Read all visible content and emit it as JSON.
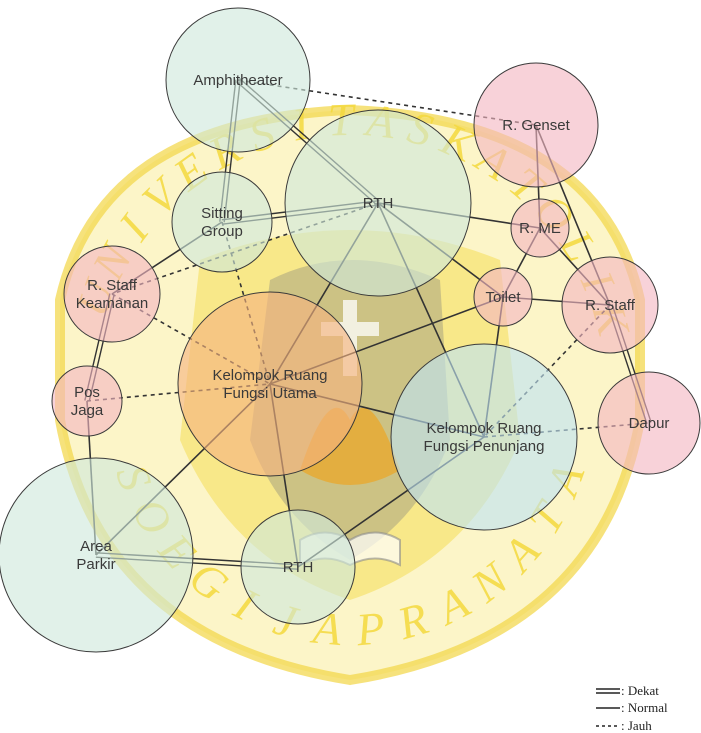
{
  "colors": {
    "green": "#cfe9dc",
    "pink": "#f4b6c2",
    "orange": "#f6b37f",
    "blue": "#bfe3f3",
    "watermark_yellow": "#f7e36a",
    "watermark_dark": "#8a8a8a",
    "line": "#333333"
  },
  "nodes": [
    {
      "id": "amphitheater",
      "label": [
        "Amphitheater"
      ],
      "color": "green"
    },
    {
      "id": "genset",
      "label": [
        "R. Genset"
      ],
      "color": "pink"
    },
    {
      "id": "sitting",
      "label": [
        "Sitting",
        "Group"
      ],
      "color": "green"
    },
    {
      "id": "rth_top",
      "label": [
        "RTH"
      ],
      "color": "green"
    },
    {
      "id": "rme",
      "label": [
        "R. ME"
      ],
      "color": "pink"
    },
    {
      "id": "staff_keamanan",
      "label": [
        "R. Staff",
        "Keamanan"
      ],
      "color": "pink"
    },
    {
      "id": "toilet",
      "label": [
        "Toilet"
      ],
      "color": "pink"
    },
    {
      "id": "rstaff",
      "label": [
        "R. Staff"
      ],
      "color": "pink"
    },
    {
      "id": "pos_jaga",
      "label": [
        "Pos",
        "Jaga"
      ],
      "color": "pink"
    },
    {
      "id": "utama",
      "label": [
        "Kelompok Ruang",
        "Fungsi Utama"
      ],
      "color": "orange"
    },
    {
      "id": "penunjang",
      "label": [
        "Kelompok Ruang",
        "Fungsi Penunjang"
      ],
      "color": "blue"
    },
    {
      "id": "dapur",
      "label": [
        "Dapur"
      ],
      "color": "pink"
    },
    {
      "id": "parkir",
      "label": [
        "Area",
        "Parkir"
      ],
      "color": "green"
    },
    {
      "id": "rth_bottom",
      "label": [
        "RTH"
      ],
      "color": "green"
    }
  ],
  "edges": [
    {
      "from": "amphitheater",
      "to": "genset",
      "type": "jauh"
    },
    {
      "from": "amphitheater",
      "to": "sitting",
      "type": "dekat"
    },
    {
      "from": "amphitheater",
      "to": "rth_top",
      "type": "dekat"
    },
    {
      "from": "genset",
      "to": "rme",
      "type": "normal"
    },
    {
      "from": "genset",
      "to": "rstaff",
      "type": "normal"
    },
    {
      "from": "sitting",
      "to": "rth_top",
      "type": "dekat"
    },
    {
      "from": "sitting",
      "to": "staff_keamanan",
      "type": "normal"
    },
    {
      "from": "sitting",
      "to": "utama",
      "type": "jauh"
    },
    {
      "from": "rth_top",
      "to": "rme",
      "type": "normal"
    },
    {
      "from": "rth_top",
      "to": "toilet",
      "type": "normal"
    },
    {
      "from": "rth_top",
      "to": "staff_keamanan",
      "type": "jauh"
    },
    {
      "from": "rth_top",
      "to": "utama",
      "type": "normal"
    },
    {
      "from": "rth_top",
      "to": "penunjang",
      "type": "normal"
    },
    {
      "from": "rme",
      "to": "rstaff",
      "type": "normal"
    },
    {
      "from": "rme",
      "to": "toilet",
      "type": "normal"
    },
    {
      "from": "toilet",
      "to": "rstaff",
      "type": "normal"
    },
    {
      "from": "toilet",
      "to": "utama",
      "type": "normal"
    },
    {
      "from": "toilet",
      "to": "penunjang",
      "type": "normal"
    },
    {
      "from": "rstaff",
      "to": "dapur",
      "type": "dekat"
    },
    {
      "from": "rstaff",
      "to": "penunjang",
      "type": "jauh"
    },
    {
      "from": "staff_keamanan",
      "to": "utama",
      "type": "jauh"
    },
    {
      "from": "staff_keamanan",
      "to": "pos_jaga",
      "type": "dekat"
    },
    {
      "from": "pos_jaga",
      "to": "utama",
      "type": "jauh"
    },
    {
      "from": "pos_jaga",
      "to": "parkir",
      "type": "normal"
    },
    {
      "from": "utama",
      "to": "penunjang",
      "type": "normal"
    },
    {
      "from": "utama",
      "to": "parkir",
      "type": "normal"
    },
    {
      "from": "utama",
      "to": "rth_bottom",
      "type": "normal"
    },
    {
      "from": "penunjang",
      "to": "rth_bottom",
      "type": "normal"
    },
    {
      "from": "penunjang",
      "to": "dapur",
      "type": "jauh"
    },
    {
      "from": "parkir",
      "to": "rth_bottom",
      "type": "dekat"
    }
  ],
  "legend": {
    "dekat": ": Dekat",
    "normal": ": Normal",
    "jauh": ": Jauh"
  },
  "watermark": {
    "arc_letters": [
      "U",
      "N",
      "I",
      "V",
      "E",
      "R",
      "S",
      "I",
      "T",
      "A",
      "S",
      "K",
      "A",
      "T",
      "O",
      "L",
      "I",
      "K"
    ],
    "bottom_letters": [
      "S",
      "O",
      "E",
      "G",
      "I",
      "J",
      "A",
      "P",
      "R",
      "A",
      "N",
      "A",
      "T",
      "A"
    ]
  }
}
